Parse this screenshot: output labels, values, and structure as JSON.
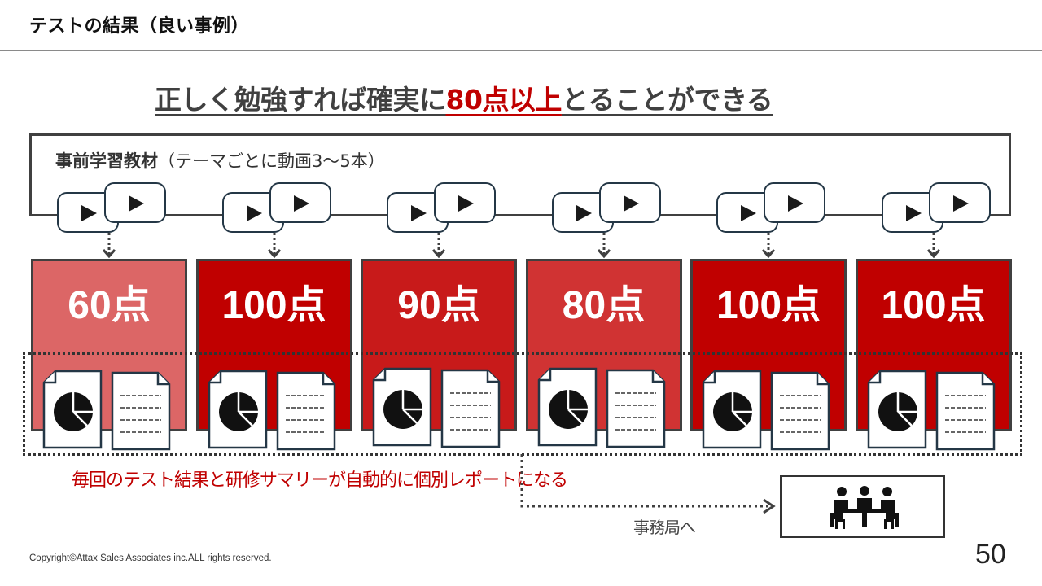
{
  "header": {
    "title": "テストの結果（良い事例）"
  },
  "headline": {
    "part1": "正しく勉強すれば確実に",
    "part2": "80点以上",
    "part3": "とることができる"
  },
  "material": {
    "label_strong": "事前学習教材",
    "label_rest": "（テーマごとに動画3〜5本）"
  },
  "scores": [
    {
      "label": "60点",
      "color": "#dc6666"
    },
    {
      "label": "100点",
      "color": "#c00000"
    },
    {
      "label": "90点",
      "color": "#c81a1a"
    },
    {
      "label": "80点",
      "color": "#d03333"
    },
    {
      "label": "100点",
      "color": "#c00000"
    },
    {
      "label": "100点",
      "color": "#c00000"
    }
  ],
  "icons": {
    "video": "play-icon",
    "chart_doc": "pie-chart-document-icon",
    "text_doc": "text-document-icon",
    "office": "meeting-people-icon"
  },
  "report": {
    "summary": "毎回のテスト結果と研修サマリーが自動的に個別レポートになる"
  },
  "office": {
    "label": "事務局へ"
  },
  "footer": {
    "copyright": "Copyright©Attax Sales Associates inc.ALL rights reserved.",
    "page": "50"
  }
}
